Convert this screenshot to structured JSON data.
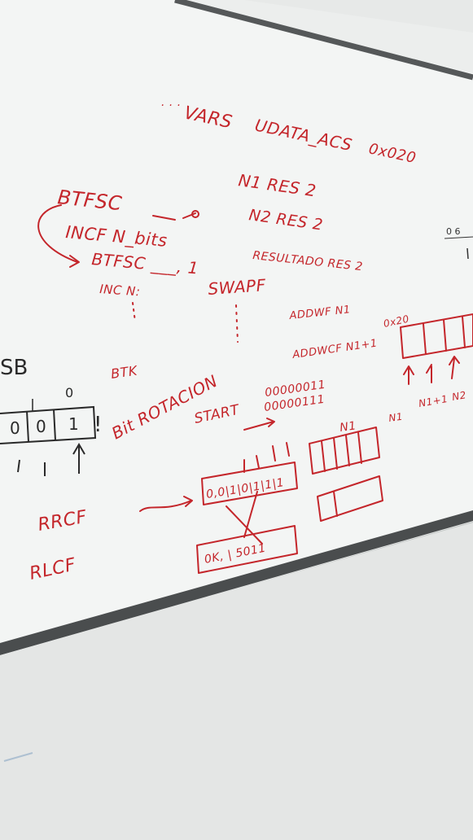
{
  "ink_color": "#c4262b",
  "board_color": "#f1f3f2",
  "wall_color": "#e7e9e8",
  "frame_color": "#4a4d4e",
  "header": {
    "vars": "VARS",
    "udata": "UDATA_ACS",
    "addr": "0x020"
  },
  "declarations": {
    "n1": "N1  RES 2",
    "n2": "N2  RES 2",
    "resultado": "RESULTADO RES 2"
  },
  "instructions": {
    "btfsc_a": "BTFSC",
    "incf": "INCF N_bits",
    "btfsc_b": "BTFSC ___, 1",
    "inc_n": "INC N:",
    "swapf": "SWAPF",
    "addwf": "ADDWF N1",
    "addwfc": "ADDWCF N1+1",
    "btx": "BTK"
  },
  "rotation": {
    "bit_rotacion": "Bit ROTACION",
    "start": "START",
    "value_a": "00000011",
    "value_b": "00000111",
    "rrcf": "RRCF",
    "rlcf": "RLCF",
    "box_top": "0,0|1|0|1|1|1",
    "box_bottom": "0K, | 5011"
  },
  "left_box": {
    "sb": "SB",
    "cells": [
      "0",
      "0",
      "1"
    ],
    "mark": "0"
  },
  "right_side": {
    "pointer": "0x20",
    "labels": [
      "N1",
      "N1+1",
      "N2"
    ],
    "n1_small": "N1",
    "edge_text": "0 6"
  }
}
